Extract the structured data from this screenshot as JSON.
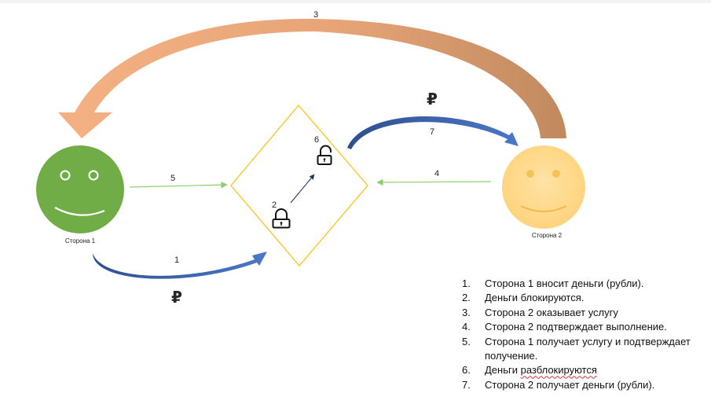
{
  "parties": {
    "party1": {
      "label": "Сторона 1",
      "color": "#70ad47"
    },
    "party2": {
      "label": "Сторона 2",
      "color": "#ffd97a"
    }
  },
  "arrows": {
    "a1": "1",
    "a2": "2",
    "a3": "3",
    "a4": "4",
    "a5": "5",
    "a6": "6",
    "a7": "7"
  },
  "currency": {
    "symbol": "₽",
    "color": "#262626"
  },
  "icons": {
    "locked": "padlock-closed-icon",
    "unlocked": "padlock-open-icon"
  },
  "colors": {
    "escrow_border": "#f5c518",
    "blue_arrow": "#3f63ad",
    "green_arrow": "#8fce6f",
    "return_arrow_light": "#f4b183",
    "return_arrow_dark": "#c08a5e"
  },
  "steps": [
    {
      "n": "1.",
      "text": "Сторона 1 вносит деньги (рубли)."
    },
    {
      "n": "2.",
      "text": "Деньги блокируются."
    },
    {
      "n": "3.",
      "text": "Сторона 2 оказывает услугу"
    },
    {
      "n": "4.",
      "text": "Сторона 2 подтверждает выполнение."
    },
    {
      "n": "5.",
      "text": "Сторона 1 получает услугу и подтверждает получение."
    },
    {
      "n": "6.",
      "text_before": "Деньги ",
      "text_flagged": "разблокируются"
    },
    {
      "n": "7.",
      "text": "Сторона 2 получает деньги (рубли)."
    }
  ]
}
